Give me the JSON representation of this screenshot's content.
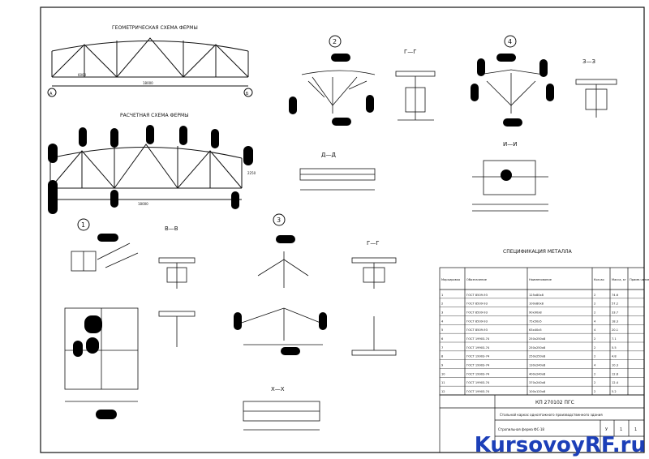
{
  "scheme_titles": {
    "geometric": "ГЕОМЕТРИЧЕСКАЯ СХЕМА ФЕРМЫ",
    "design": "РАСЧЕТНАЯ СХЕМА ФЕРМЫ",
    "spec": "СПЕЦИФИКАЦИЯ МЕТАЛЛА"
  },
  "node_numbers": [
    "1",
    "2",
    "3",
    "4"
  ],
  "sections": {
    "g_g": "Г—Г",
    "z_z": "З—З",
    "d_d": "Д—Д",
    "i_i": "И—И",
    "v_v": "В—В",
    "gamma2": "Г—Г",
    "x_x": "Х—Х"
  },
  "axis_labels": [
    "А",
    "Б"
  ],
  "dims": {
    "span": "18000",
    "panel": "6000",
    "height": "2250"
  },
  "spec_table": {
    "headers": [
      "Маркировка",
      "Обозначение",
      "Наименование",
      "Кол-во",
      "Масса, кг",
      "Приме-чание"
    ],
    "rows": [
      [
        "1",
        "ГОСТ 8509-93",
        "125х80х8",
        "2",
        "74.6",
        ""
      ],
      [
        "2",
        "ГОСТ 8509-93",
        "100х80х8",
        "2",
        "57.2",
        ""
      ],
      [
        "3",
        "ГОСТ 8509-93",
        "90х90х8",
        "2",
        "33.7",
        ""
      ],
      [
        "4",
        "ГОСТ 8509-93",
        "75х50х5",
        "4",
        "18.3",
        ""
      ],
      [
        "5",
        "ГОСТ 8509-93",
        "63х40х5",
        "4",
        "20.1",
        ""
      ],
      [
        "6",
        "ГОСТ 19903-74",
        "250х250х8",
        "2",
        "7.1",
        ""
      ],
      [
        "7",
        "ГОСТ 19903-74",
        "250х250х8",
        "2",
        "5.5",
        ""
      ],
      [
        "8",
        "ГОСТ 19903-74",
        "250х250х8",
        "2",
        "4.8",
        ""
      ],
      [
        "9",
        "ГОСТ 19903-74",
        "130х240х8",
        "4",
        "10.3",
        ""
      ],
      [
        "10",
        "ГОСТ 19903-74",
        "400х240х8",
        "2",
        "12.8",
        ""
      ],
      [
        "11",
        "ГОСТ 19903-74",
        "370х240х8",
        "2",
        "12.4",
        ""
      ],
      [
        "12",
        "ГОСТ 19903-74",
        "100х120х8",
        "2",
        "5.2",
        ""
      ]
    ]
  },
  "title_block": {
    "code": "КП 270102 ПГС",
    "subject": "Стальной каркас одноэтажного производственного здания",
    "sheet_title": "Стропильная ферма ФС-18",
    "stage": "У",
    "sheet": "1",
    "sheets": "1"
  },
  "watermark": "KursovoyRF.ru",
  "colors": {
    "line": "#111111",
    "watermark": "#1c3fb8"
  }
}
